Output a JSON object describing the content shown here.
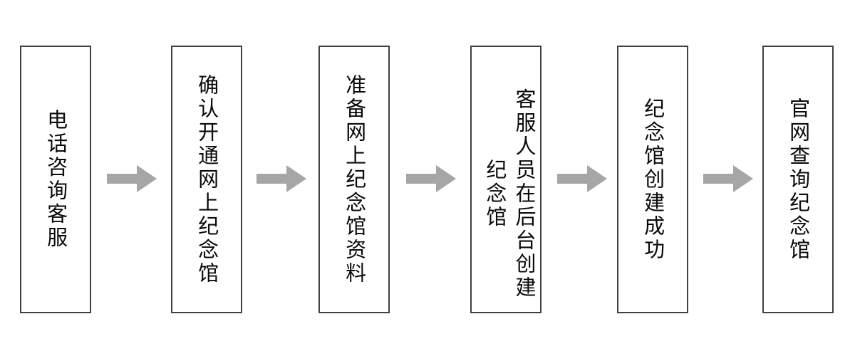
{
  "diagram": {
    "type": "process-flow",
    "orientation": "left-to-right",
    "background_color": "#FFFFFF",
    "box_border_color": "#404040",
    "box_fill_color": "#FFFFFF",
    "text_color": "#0A0A0A",
    "arrow_color": "#A6A6A6",
    "text_direction": "vertical-right-to-left",
    "steps": [
      {
        "id": "step-1",
        "label": "电话咨询客服",
        "columns": 1
      },
      {
        "id": "step-2",
        "label": "确认开通网上纪念馆",
        "columns": 1
      },
      {
        "id": "step-3",
        "label": "准备网上纪念馆资料",
        "columns": 1
      },
      {
        "id": "step-4",
        "label": "客服人员在后台创建纪念馆",
        "columns": 2
      },
      {
        "id": "step-5",
        "label": "纪念馆创建成功",
        "columns": 1
      },
      {
        "id": "step-6",
        "label": "官网查询纪念馆",
        "columns": 1
      }
    ],
    "connectors": [
      {
        "id": "arrow-1",
        "from": "step-1",
        "to": "step-2",
        "glyph": "right-arrow"
      },
      {
        "id": "arrow-2",
        "from": "step-2",
        "to": "step-3",
        "glyph": "right-arrow"
      },
      {
        "id": "arrow-3",
        "from": "step-3",
        "to": "step-4",
        "glyph": "right-arrow"
      },
      {
        "id": "arrow-4",
        "from": "step-4",
        "to": "step-5",
        "glyph": "right-arrow"
      },
      {
        "id": "arrow-5",
        "from": "step-5",
        "to": "step-6",
        "glyph": "right-arrow"
      }
    ]
  }
}
